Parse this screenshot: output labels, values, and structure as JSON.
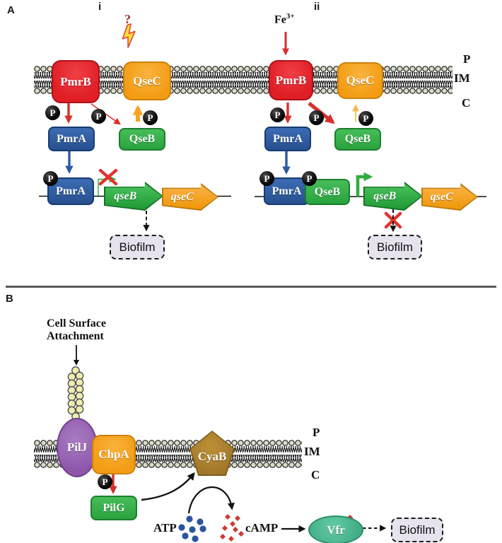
{
  "panel_a": {
    "label": "A",
    "compartments": {
      "periplasm": "P",
      "inner_membrane": "IM",
      "cytoplasm": "C"
    },
    "sub_i": {
      "label": "i",
      "unknown_signal": "?",
      "sensor_kinase_1": "PmrB",
      "sensor_kinase_2": "QseC",
      "response_regulator_1": "PmrA",
      "response_regulator_2": "QseB",
      "dna_bound_regulator": "PmrA",
      "gene_1": "qseB",
      "gene_2": "qseC",
      "output": "Biofilm"
    },
    "sub_ii": {
      "label": "ii",
      "signal": "Fe",
      "signal_sup": "3+",
      "sensor_kinase_1": "PmrB",
      "sensor_kinase_2": "QseC",
      "response_regulator_1": "PmrA",
      "response_regulator_2": "QseB",
      "dna_bound_regulator_1": "PmrA",
      "dna_bound_regulator_2": "QseB",
      "gene_1": "qseB",
      "gene_2": "qseC",
      "output": "Biofilm"
    }
  },
  "panel_b": {
    "label": "B",
    "compartments": {
      "periplasm": "P",
      "inner_membrane": "IM",
      "cytoplasm": "C"
    },
    "attachment_line1": "Cell Surface",
    "attachment_line2": "Attachment",
    "chemoreceptor": "PilJ",
    "kinase": "ChpA",
    "response_regulator": "PilG",
    "adenylate_cyclase": "CyaB",
    "substrate": "ATP",
    "messenger": "cAMP",
    "transcription_factor": "Vfr",
    "output": "Biofilm"
  },
  "shared": {
    "phosphate": "P"
  },
  "colors": {
    "pmrb_red": "#E0242B",
    "qsec_chpa_orange": "#F7A520",
    "pmra_blue": "#2B5AA6",
    "qseb_pilg_green": "#36B14C",
    "gene_qseb_green": "#2FAE3F",
    "gene_qsec_orange": "#F8A01D",
    "cyab_bronze": "#A9802C",
    "pilj_purple": "#9C68B8",
    "vfr_teal": "#53BE96",
    "atp_blue": "#2B54A0",
    "camp_red": "#CC3A36",
    "phosphate_black": "#111111",
    "inhibition_red": "#E2322E",
    "lightning_yellow": "#FFE23F",
    "biofilm_fill": "#E6E2EE",
    "membrane_dot": "#DBDBC7"
  }
}
